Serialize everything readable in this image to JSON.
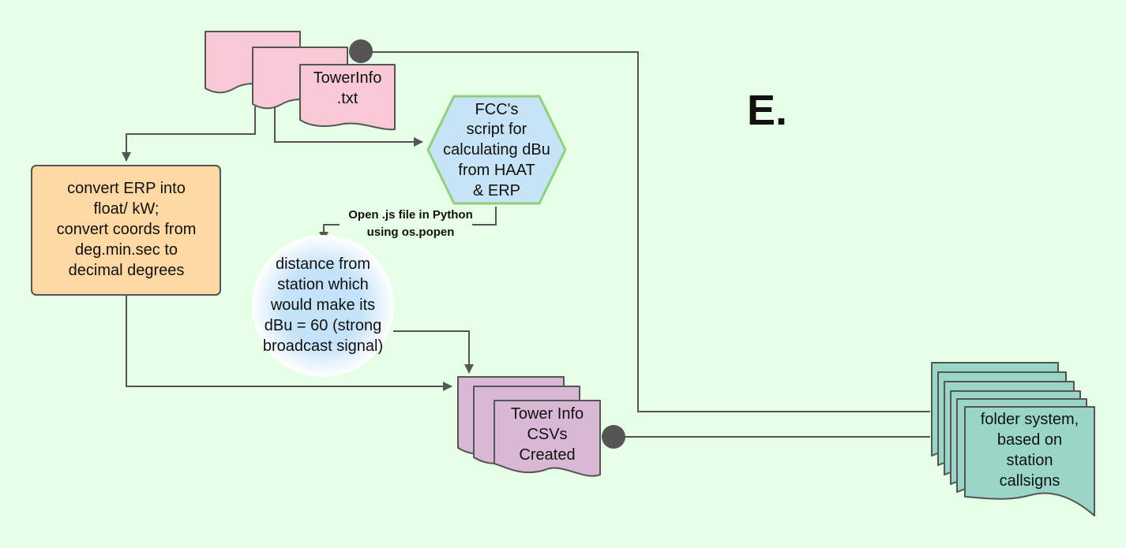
{
  "heading": "E.",
  "nodes": {
    "tower_info_doc": {
      "lines": [
        "TowerInfo",
        ".txt"
      ]
    },
    "fcc_script": {
      "lines": [
        "FCC's",
        "script for",
        "calculating dBu",
        "from HAAT",
        "& ERP"
      ]
    },
    "convert_step": {
      "lines": [
        "convert ERP into",
        "float/ kW;",
        "convert coords from",
        "deg.min.sec to",
        "decimal degrees"
      ]
    },
    "distance_calc": {
      "lines": [
        "distance from",
        "station which",
        "would make its",
        "dBu = 60 (strong",
        "broadcast signal)"
      ]
    },
    "csv_docs": {
      "lines": [
        "Tower Info",
        "CSVs",
        "Created"
      ]
    },
    "folder_system": {
      "lines": [
        "folder system,",
        "based on",
        "station",
        "callsigns"
      ]
    }
  },
  "edges": {
    "popen_label": {
      "lines": [
        "Open .js file in Python",
        "using os.popen"
      ]
    }
  },
  "colors": {
    "background": "#e6ffe6",
    "doc_pink": "#f9c9d6",
    "hex_blue": "#c7e3f7",
    "hex_border": "#8fd17a",
    "process_orange": "#ffd8a3",
    "circle_blue": "#bfe0f7",
    "csv_purple": "#d9b8d5",
    "folder_teal": "#9ad6c8",
    "line": "#555555"
  }
}
